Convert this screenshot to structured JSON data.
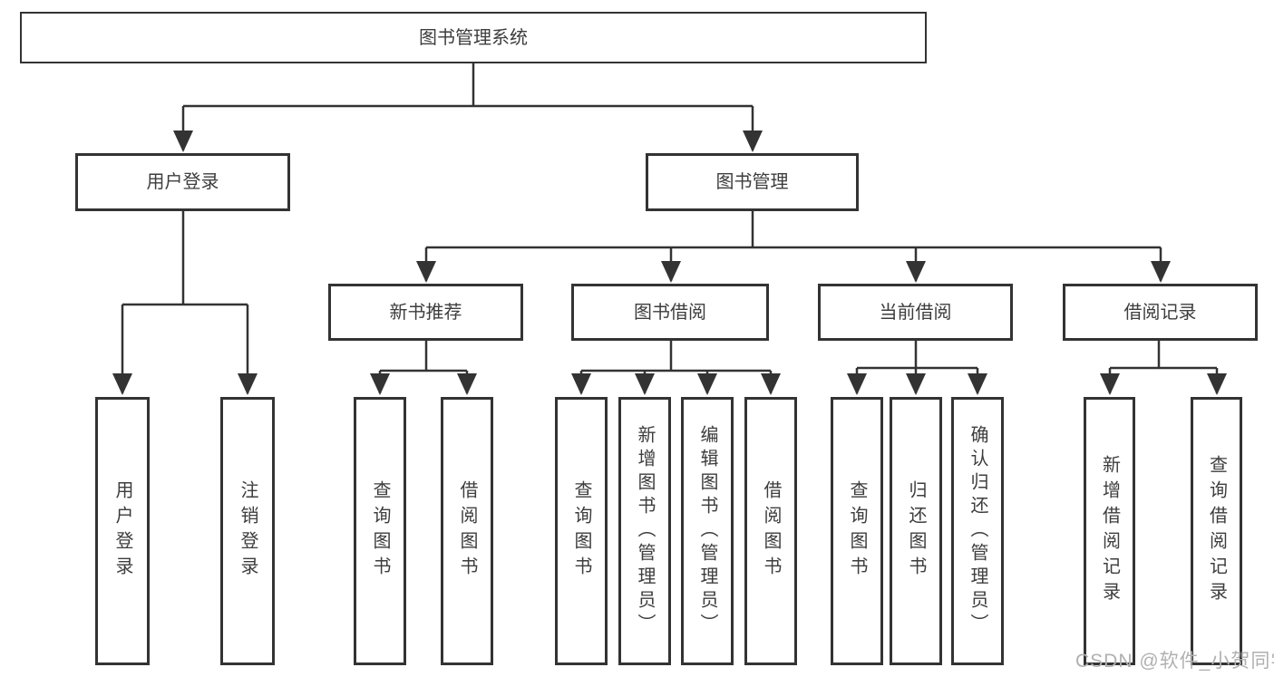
{
  "diagram": {
    "root": "图书管理系统",
    "level1": [
      "用户登录",
      "图书管理"
    ],
    "level2": [
      "新书推荐",
      "图书借阅",
      "当前借阅",
      "借阅记录"
    ],
    "leaves": {
      "user": [
        "用户登录",
        "注销登录"
      ],
      "recommend": [
        "查询图书",
        "借阅图书"
      ],
      "borrow": [
        "查询图书",
        "新增图书（管理员）",
        "编辑图书（管理员）",
        "借阅图书"
      ],
      "current": [
        "查询图书",
        "归还图书",
        "确认归还（管理员）"
      ],
      "records": [
        "新增借阅记录",
        "查询借阅记录"
      ]
    }
  },
  "colors": {
    "line": "#333333",
    "text": "#3d3d3d",
    "watermark": "#b0b0b0",
    "background": "#ffffff"
  },
  "watermark": "CSDN @软件_小贺同学"
}
